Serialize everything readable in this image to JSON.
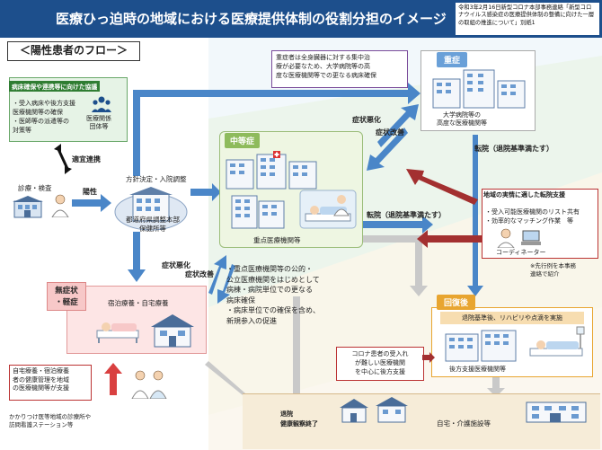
{
  "header": {
    "title": "医療ひっ迫時の地域における医療提供体制の役割分担のイメージ",
    "source_note": "令和3年2月16日新型コロナ本部事務連絡「新型コロナウイルス感染症の医療提供体制の整備に向けた一層の取組の推進について」別紙1"
  },
  "flow": {
    "label": "＜陽性患者のフロー＞"
  },
  "coordination": {
    "heading": "病床確保や連携等に向けた協議",
    "items": [
      "・受入病床や後方支援",
      "医療機関等の確保",
      "・医師等の派遣等の",
      "対策等"
    ],
    "org": [
      "医療関係",
      "団体等"
    ]
  },
  "arrows_text": {
    "proper_link": "適宜連携",
    "positive": "陽性",
    "exam": "診療・検査",
    "policy": "方針決定・入院調整",
    "worsen_top": "症状悪化",
    "improve_top": "症状改善",
    "worsen_mid": "症状悪化",
    "improve_mid": "症状改善",
    "discharge_severe": "転院（退院基準満たす）",
    "discharge_moderate": "転院（退院基準満たす）",
    "discharge_bottom": "退院",
    "health_obs_end": "健康観察終了"
  },
  "prefecture": {
    "label": [
      "都道府県調整本部",
      "保健所等"
    ]
  },
  "moderate": {
    "tag": "中等症",
    "hospital": "重点医療機関等",
    "bullets": [
      "・重点医療機関等の公的・",
      "公立医療機関をはじめとして",
      "病棟・病院単位での更なる",
      "病床確保",
      "・病床単位での確保を含め、",
      "新規参入の促進"
    ]
  },
  "severe": {
    "tag": "重症",
    "description": [
      "重症者は全身臓器に対する集中治",
      "療が必要なため、大学病院等の高",
      "度な医療機関等での更なる病床確保"
    ],
    "hospital": [
      "大学病院等の",
      "高度な医療機関等"
    ]
  },
  "regional": {
    "heading": "地域の実情に適した転院支援",
    "items": [
      "・受入可能医療機関のリスト共有",
      "・効率的なマッチング作業　等"
    ],
    "coordinator": "コーディネーター",
    "precedent": [
      "※先行例を本事務",
      "連絡で紹介"
    ]
  },
  "mild": {
    "tag": [
      "無症状",
      "・軽症"
    ],
    "caption": "宿泊療養・自宅療養",
    "support": [
      "自宅療養・宿泊療養",
      "者の健康管理を地域",
      "の医療機関等が支援"
    ],
    "clinic": [
      "かかりつけ医等地域の診療所や",
      "訪問看護ステーション等"
    ]
  },
  "recovery": {
    "tag": "回復後",
    "sub": "退院基準後、リハビリや点滴を実施",
    "hospital": "後方支援医療機関等",
    "note": [
      "コロナ患者の受入れ",
      "が難しい医療機関",
      "を中心に後方支援"
    ]
  },
  "bottom": {
    "home": "自宅・介護施設等"
  },
  "colors": {
    "title_bg": "#1d4f8c",
    "severe": "#6aa0d8",
    "moderate": "#8ebb5c",
    "recovery": "#e8a530",
    "mild": "#f7c8c8",
    "arrow_blue": "#4a86c8",
    "arrow_red": "#a33030"
  }
}
